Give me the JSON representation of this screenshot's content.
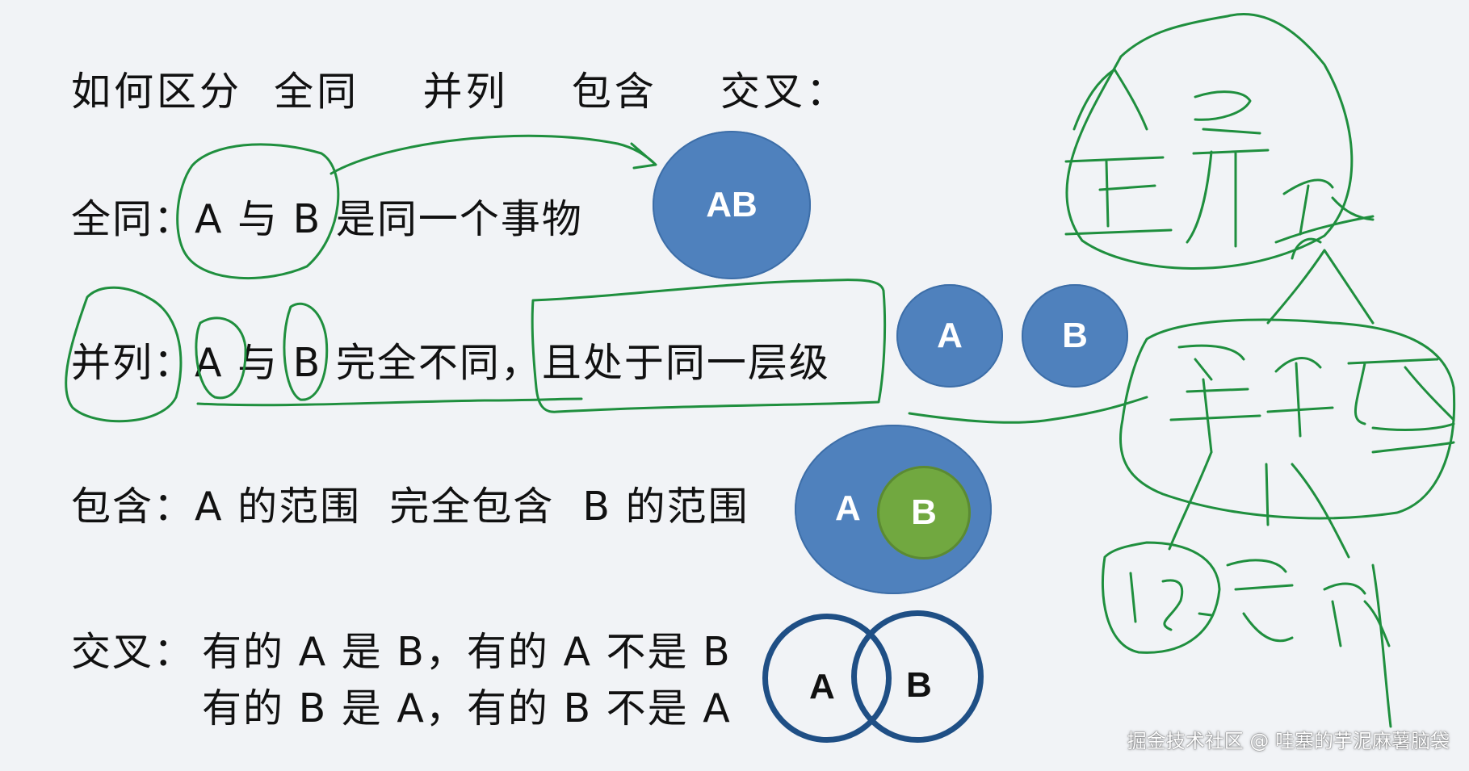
{
  "title": "如何区分  全同    并列    包含    交叉：",
  "rows": [
    {
      "label": "全同：",
      "text": "A 与 B 是同一个事物"
    },
    {
      "label": "并列：",
      "text": "A 与 B 完全不同，且处于同一层级"
    },
    {
      "label": "包含：",
      "text": "A 的范围  完全包含  B 的范围"
    },
    {
      "label": "交叉：",
      "line1": "有的 A 是 B，有的 A 不是 B",
      "line2": "有的 B 是 A，有的 B 不是 A"
    }
  ],
  "diagrams": {
    "identical": "AB",
    "parallel": [
      "A",
      "B"
    ],
    "contain": {
      "outer": "A",
      "inner": "B"
    },
    "intersect": [
      "A",
      "B"
    ]
  },
  "colors": {
    "circle_blue": "#4f81bd",
    "circle_green": "#71a840",
    "ring_navy": "#1f4f85",
    "annotation_green": "#1f8f3e"
  },
  "watermark": "掘金技术社区 @ 哇塞的芋泥麻薯脑袋"
}
